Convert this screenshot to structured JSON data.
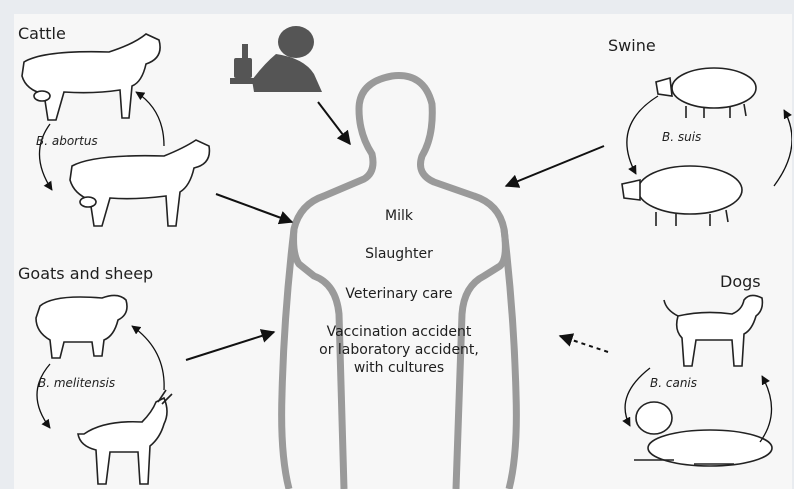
{
  "groups": {
    "cattle": {
      "title": "Cattle",
      "species": "B. abortus"
    },
    "swine": {
      "title": "Swine",
      "species": "B. suis"
    },
    "goats": {
      "title": "Goats and sheep",
      "species": "B. melitensis"
    },
    "dogs": {
      "title": "Dogs",
      "species": "B. canis"
    }
  },
  "routes": [
    "Milk",
    "Slaughter",
    "Veterinary care",
    "Vaccination accident",
    "or laboratory accident,",
    "with cultures"
  ]
}
